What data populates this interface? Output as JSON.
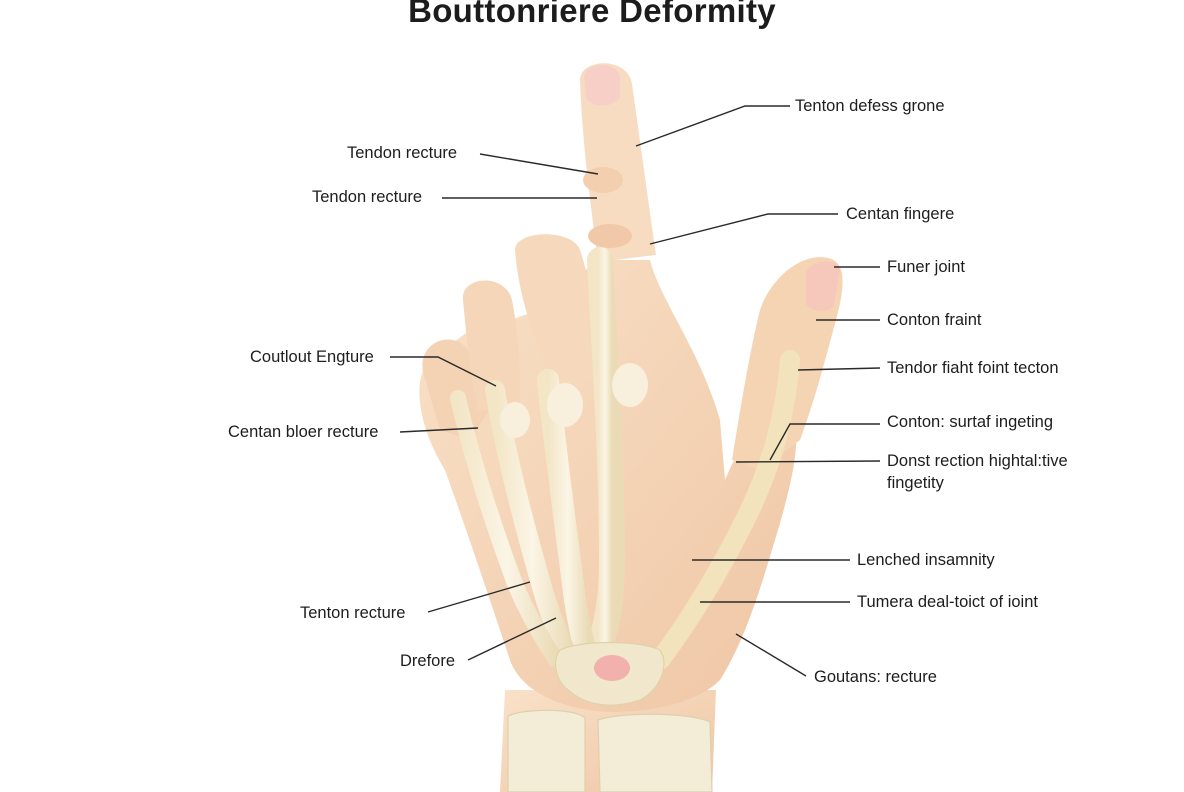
{
  "title": "Bouttonriere Deformity",
  "labels": {
    "l1": "Tenton defess grone",
    "l2": "Tendon recture",
    "l3": "Tendon recture",
    "l4": "Centan fingere",
    "l5": "Funer joint",
    "l6": "Conton fraint",
    "l7": "Coutlout Engture",
    "l8": "Tendor fiaht foint tecton",
    "l9": "Centan bloer recture",
    "l10": "Conton: surtaf ingeting",
    "l11": "Donst rection hightal:tive fingetity",
    "l12": "Lenched insamnity",
    "l13": "Tenton recture",
    "l14": "Tumera deal-toict of ioint",
    "l15": "Drefore",
    "l16": "Goutans: recture"
  },
  "colors": {
    "skin": "#f6d9bd",
    "skin_shadow": "#e9bf9c",
    "tendon": "#f5ecd4",
    "bone": "#efe6cc",
    "nail": "#f7c6bd",
    "joint_highlight": "#f2a7a7"
  }
}
